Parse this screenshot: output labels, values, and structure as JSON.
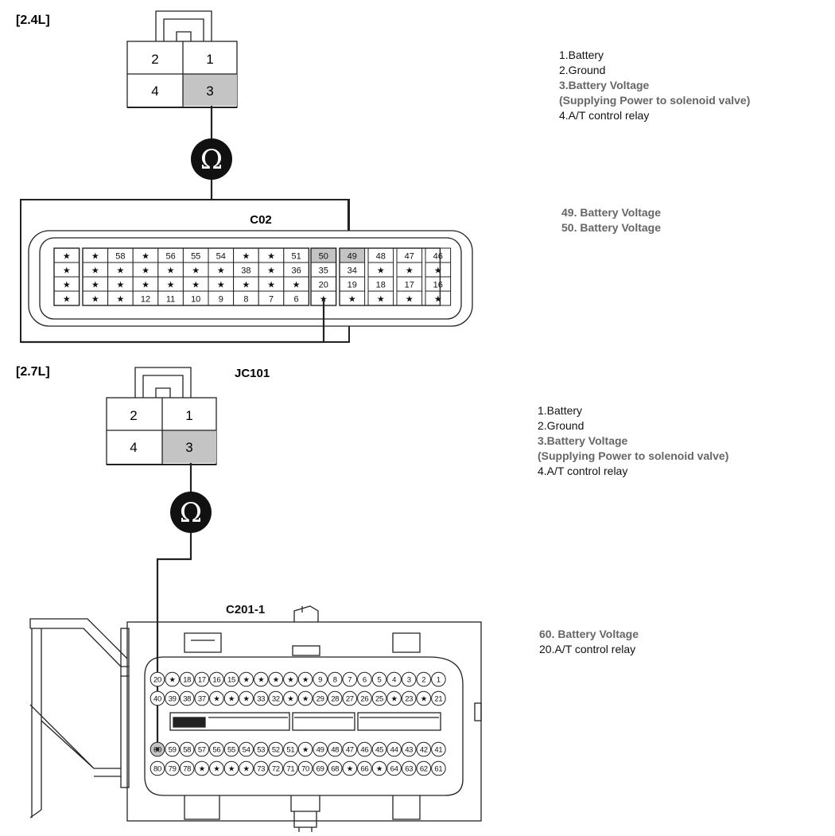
{
  "section_24": {
    "label": "[2.4L]",
    "relay_pins": [
      "2",
      "1",
      "4",
      "3"
    ],
    "ecm_connector": "C02",
    "c02_rows": [
      [
        "★",
        "★",
        "58",
        "★",
        "56",
        "55",
        "54",
        "★",
        "★",
        "51",
        "50",
        "49",
        "48",
        "47",
        "46"
      ],
      [
        "★",
        "★",
        "★",
        "★",
        "★",
        "★",
        "★",
        "38",
        "★",
        "36",
        "35",
        "34",
        "★",
        "★",
        "★"
      ],
      [
        "★",
        "★",
        "★",
        "★",
        "★",
        "★",
        "★",
        "★",
        "★",
        "★",
        "20",
        "19",
        "18",
        "17",
        "16"
      ],
      [
        "★",
        "★",
        "★",
        "12",
        "11",
        "10",
        "9",
        "8",
        "7",
        "6",
        "★",
        "★",
        "★",
        "★",
        "★"
      ]
    ],
    "legend_relay": [
      "1.Battery",
      "2.Ground",
      "3.Battery Voltage",
      "(Supplying Power to solenoid valve)",
      "4.A/T control relay"
    ],
    "legend_ecm": [
      "49. Battery Voltage",
      "50. Battery Voltage"
    ]
  },
  "section_27": {
    "label": "[2.7L]",
    "relay_connector": "JC101",
    "relay_pins": [
      "2",
      "1",
      "4",
      "3"
    ],
    "ecm_connector": "C201-1",
    "c201_rows": [
      [
        "20",
        "★",
        "18",
        "17",
        "16",
        "15",
        "★",
        "★",
        "★",
        "★",
        "★",
        "9",
        "8",
        "7",
        "6",
        "5",
        "4",
        "3",
        "2",
        "1"
      ],
      [
        "40",
        "39",
        "38",
        "37",
        "★",
        "★",
        "★",
        "33",
        "32",
        "★",
        "★",
        "29",
        "28",
        "27",
        "26",
        "25",
        "★",
        "23",
        "★",
        "21"
      ],
      [
        "60",
        "59",
        "58",
        "57",
        "56",
        "55",
        "54",
        "53",
        "52",
        "51",
        "★",
        "49",
        "48",
        "47",
        "46",
        "45",
        "44",
        "43",
        "42",
        "41"
      ],
      [
        "80",
        "79",
        "78",
        "★",
        "★",
        "★",
        "★",
        "73",
        "72",
        "71",
        "70",
        "69",
        "68",
        "★",
        "66",
        "★",
        "64",
        "63",
        "62",
        "61"
      ]
    ],
    "legend_relay": [
      "1.Battery",
      "2.Ground",
      "3.Battery Voltage",
      "(Supplying Power to solenoid valve)",
      "4.A/T control relay"
    ],
    "legend_ecm": [
      "60. Battery Voltage",
      "20.A/T control relay"
    ]
  },
  "ohm_symbol": "Ω",
  "colors": {
    "highlight_fill": "#c4c4c4",
    "highlight_text": "#666666",
    "line": "#222222"
  }
}
